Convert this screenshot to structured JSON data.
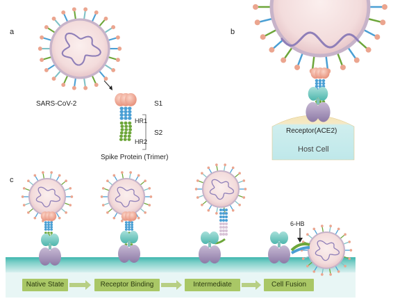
{
  "panels": {
    "a": {
      "letter": "a",
      "virus_label": "SARS-CoV-2",
      "s1_label": "S1",
      "s2_label": "S2",
      "hr1_label": "HR1",
      "hr2_label": "HR2",
      "spike_caption": "Spike Protein (Trimer)"
    },
    "b": {
      "letter": "b",
      "receptor_label": "Receptor(ACE2)",
      "host_label": "Host Cell"
    },
    "c": {
      "letter": "c",
      "hb_label": "6-HB",
      "stages": [
        "Native State",
        "Receptor Binding",
        "Intermediate",
        "Cell Fusion"
      ]
    }
  },
  "colors": {
    "virus_fill": "#f3dcdc",
    "virus_rim": "#c7b3c9",
    "rna": "#8f7fb8",
    "spike_head": "#eba58f",
    "hr1": "#4a9fd4",
    "hr2": "#6da63a",
    "ace2_top": "#6fc7c0",
    "ace2_bottom": "#a695b8",
    "membrane": "#73c6c0",
    "stage_box": "#a9c766"
  }
}
